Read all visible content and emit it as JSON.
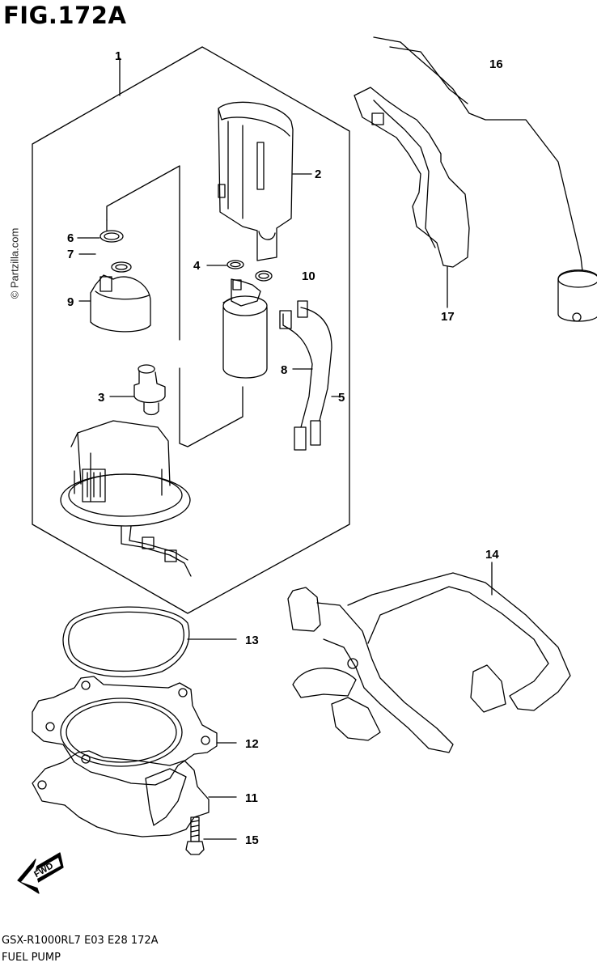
{
  "figure": {
    "title": "FIG.172A",
    "watermark": "© Partzilla.com",
    "footer_model": "GSX-R1000RL7  E03  E28  172A",
    "footer_name": "FUEL PUMP",
    "fwd_label": "FWD"
  },
  "callouts": [
    "1",
    "2",
    "3",
    "4",
    "5",
    "6",
    "7",
    "8",
    "9",
    "10",
    "11",
    "12",
    "13",
    "14",
    "15",
    "16",
    "17"
  ],
  "parts": [
    {
      "id": "pump-assembly",
      "label": "1"
    },
    {
      "id": "filter",
      "label": "2"
    },
    {
      "id": "regulator",
      "label": "3"
    },
    {
      "id": "o-ring-4",
      "label": "4"
    },
    {
      "id": "wire-5",
      "label": "5"
    },
    {
      "id": "o-ring-6",
      "label": "6"
    },
    {
      "id": "o-ring-7",
      "label": "7"
    },
    {
      "id": "wire-8",
      "label": "8"
    },
    {
      "id": "holder",
      "label": "9"
    },
    {
      "id": "o-ring-10",
      "label": "10"
    },
    {
      "id": "plate",
      "label": "11"
    },
    {
      "id": "gasket",
      "label": "12"
    },
    {
      "id": "o-ring-13",
      "label": "13"
    },
    {
      "id": "hose",
      "label": "14"
    },
    {
      "id": "bolt",
      "label": "15"
    },
    {
      "id": "level-gauge",
      "label": "16"
    },
    {
      "id": "bracket",
      "label": "17"
    }
  ]
}
